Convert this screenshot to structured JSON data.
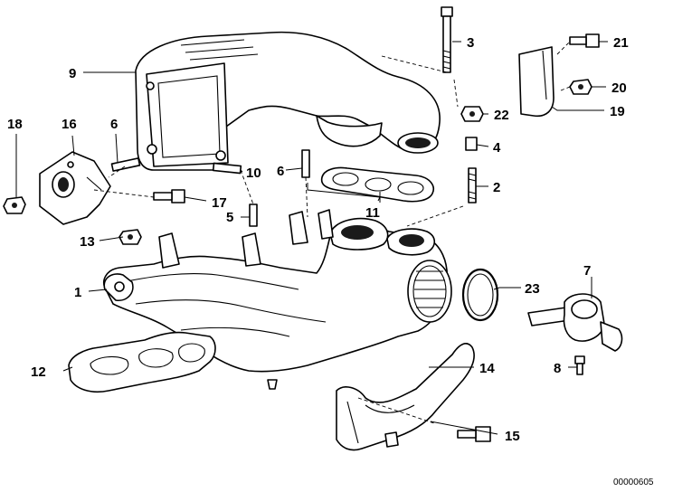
{
  "callouts": [
    "1",
    "2",
    "3",
    "4",
    "5",
    "6",
    "6",
    "7",
    "8",
    "9",
    "10",
    "11",
    "12",
    "13",
    "14",
    "15",
    "16",
    "17",
    "18",
    "19",
    "20",
    "21",
    "22",
    "23"
  ],
  "reference_number": "00000605",
  "colors": {
    "ink": "#000000",
    "paper": "#ffffff"
  }
}
